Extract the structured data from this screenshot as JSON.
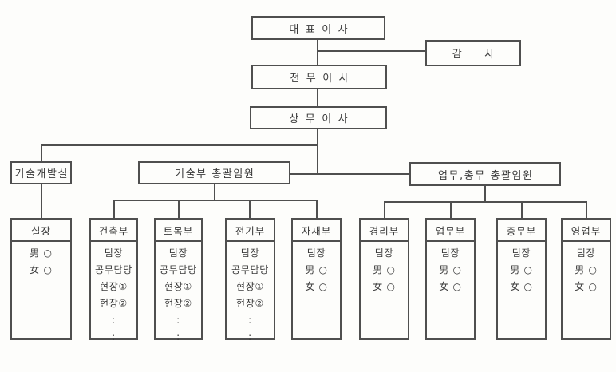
{
  "chart_type": "organization-chart",
  "colors": {
    "line": "#4f4f4f",
    "text": "#3a3a3a",
    "background": "#fdfdfb"
  },
  "executives": {
    "ceo": "대표이사",
    "auditor": "감사",
    "executive_director": "전무이사",
    "managing_director": "상무이사"
  },
  "divisions": {
    "tech_dev_office": "기술개발실",
    "tech_dept_executive": "기술부 총괄임원",
    "biz_general_executive": "업무,총무 총괄임원"
  },
  "departments": [
    {
      "title": "실장",
      "items": [
        "男 ○",
        "女 ○"
      ]
    },
    {
      "title": "건축부",
      "items": [
        "팀장",
        "공무담당",
        "현장①",
        "현장②",
        ":",
        ":"
      ]
    },
    {
      "title": "토목부",
      "items": [
        "팀장",
        "공무담당",
        "현장①",
        "현장②",
        ":",
        ":"
      ]
    },
    {
      "title": "전기부",
      "items": [
        "팀장",
        "공무담당",
        "현장①",
        "현장②",
        ":",
        ":"
      ]
    },
    {
      "title": "자재부",
      "items": [
        "팀장",
        "男 ○",
        "女 ○"
      ]
    },
    {
      "title": "경리부",
      "items": [
        "팀장",
        "男 ○",
        "女 ○"
      ]
    },
    {
      "title": "업무부",
      "items": [
        "팀장",
        "男 ○",
        "女 ○"
      ]
    },
    {
      "title": "총무부",
      "items": [
        "팀장",
        "男 ○",
        "女 ○"
      ]
    },
    {
      "title": "영업부",
      "items": [
        "팀장",
        "男 ○",
        "女 ○"
      ]
    }
  ]
}
